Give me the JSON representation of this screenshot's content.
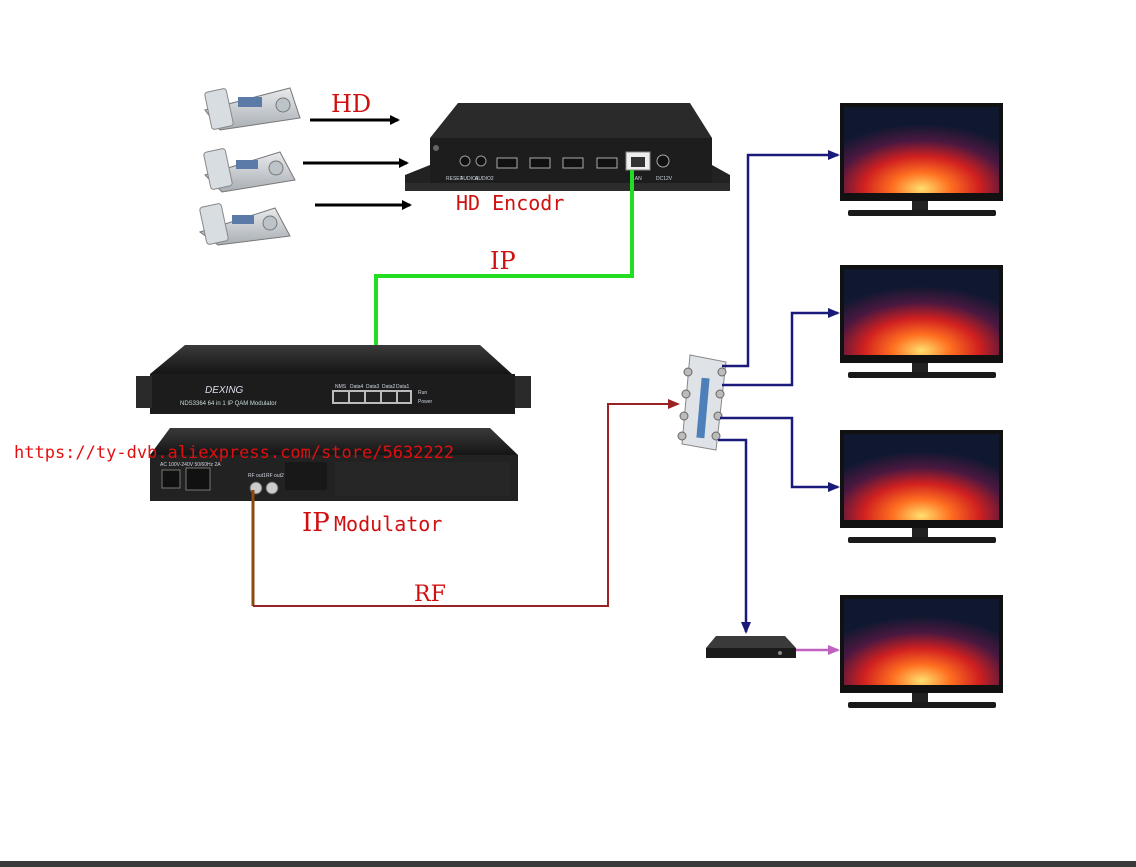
{
  "labels": {
    "hd": "HD",
    "encoder": "HD Encodr",
    "ip": "IP",
    "modulator_prefix": "IP",
    "modulator_word": "Modulator",
    "rf": "RF",
    "url": "https://ty-dvb.aliexpress.com/store/5632222"
  },
  "encoder_panel": {
    "ports": [
      "RESET",
      "AUDIO1",
      "AUDIO2",
      "LAN",
      "DC12V"
    ]
  },
  "modulator_panel": {
    "brand": "DEXING",
    "model": "NDS3364 64 in 1 IP QAM Modulator",
    "ports": [
      "NMS",
      "Data4",
      "Data3",
      "Data2",
      "Data1"
    ],
    "leds": [
      "Run",
      "Power"
    ],
    "rear_ports": [
      "RF out1",
      "RF out2"
    ],
    "power_label": "AC 100V-240V 50/60Hz 2A"
  },
  "colors": {
    "ip_link": "#22dd22",
    "rf_link": "#9a2222",
    "rf_stub": "#8a4a10",
    "tv_link": "#1a1a7a",
    "stb_link": "#c060c0",
    "hd_arrow": "#000000",
    "label": "#d01010"
  },
  "icons": {
    "receiver": "satellite-receiver-icon",
    "tv": "tv-icon",
    "stb": "set-top-box-icon",
    "splitter": "rf-splitter-icon"
  }
}
